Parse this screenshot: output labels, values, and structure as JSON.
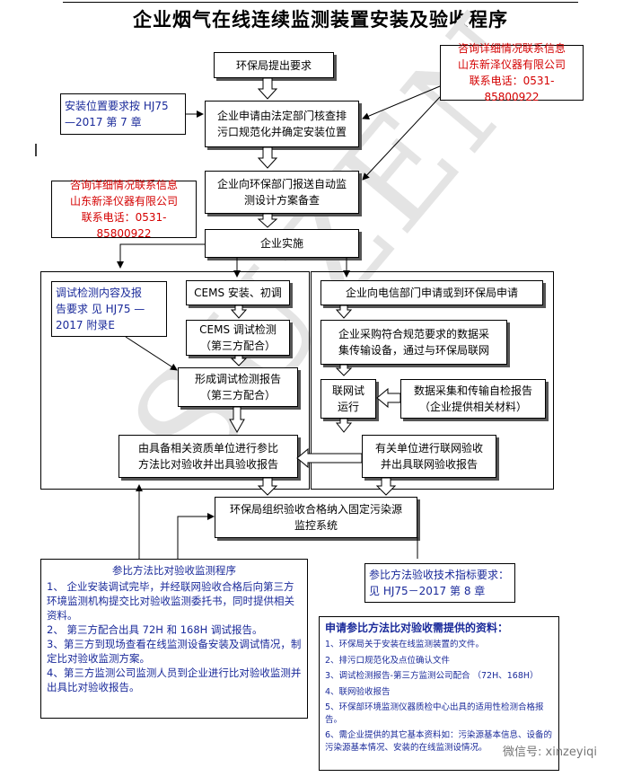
{
  "title": "企业烟气在线连续监测装置安装及验收程序",
  "watermark": "SUZEN",
  "nodes": {
    "env_request": "环保局提出要求",
    "apply_audit": "企业申请由法定部门核查排\n污口规范化并确定安装位置",
    "report_design": "企业向环保部门报送自动监\n测设计方案备查",
    "implement": "企业实施",
    "cems_install": "CEMS 安装、初调",
    "cems_test": "CEMS 调试检测\n（第三方配合）",
    "form_report": "形成调试检测报告\n（第三方配合）",
    "compare_accept": "由具备相关资质单位进行参比\n方法比对验收并出具验收报告",
    "telecom_apply": "企业向电信部门申请或到环保局申请",
    "purchase": "企业采购符合规范要求的数据采\n集传输设备，通过与环保局联网",
    "net_test": "联网试\n运行",
    "data_check": "数据采集和传输自检报告\n（企业提供相关材料）",
    "net_accept": "有关单位进行联网验收\n并出具联网验收报告",
    "final": "环保局组织验收合格纳入固定污染源\n监控系统"
  },
  "notes": {
    "install_pos": "安装位置要求按 HJ75\n—2017 第 7 章",
    "contact_right": "咨询详细情况联系信息\n山东新泽仪器有限公司\n联系电话：0531-85800922",
    "contact_left": "咨询详细情况联系信息\n山东新泽仪器有限公司\n联系电话：0531-85800922",
    "debug_content": "调试检测内容及报\n告要求 见 HJ75 —\n2017 附录E",
    "compare_index": "参比方法验收技术指标要求：\n见 HJ75－2017 第 8 章"
  },
  "procedure": {
    "title": "参比方法比对验收监测程序",
    "items": [
      "1、 企业安装调试完毕，并经联网验收合格后向第三方环境监测机构提交比对验收监测委托书，同时提供相关资料。",
      "2、 第三方配合出具 72H 和 168H 调试报告。",
      "3、第三方到现场查看在线监测设备安装及调试情况，制定比对验收监测方案。",
      "4、第三方监测公司监测人员到企业进行比对验收监测并出具比对验收报告。"
    ]
  },
  "materials": {
    "title": "申请参比方法比对验收需提供的资料：",
    "items": [
      "1、环保局关于安装在线监测装置的文件。",
      "2、排污口规范化及点位确认文件",
      "3、调试检测报告-第三方监测公司配合 （72H、168H）",
      "4、联网验收报告",
      "5、环保部环境监测仪器质检中心出具的适用性检测合格报告。",
      "6、需企业提供的其它基本资料如：污染源基本信息、设备的污染源基本情况、安装的在线监测设情况。"
    ]
  },
  "wechat": "微信号: xinzeyiqi"
}
